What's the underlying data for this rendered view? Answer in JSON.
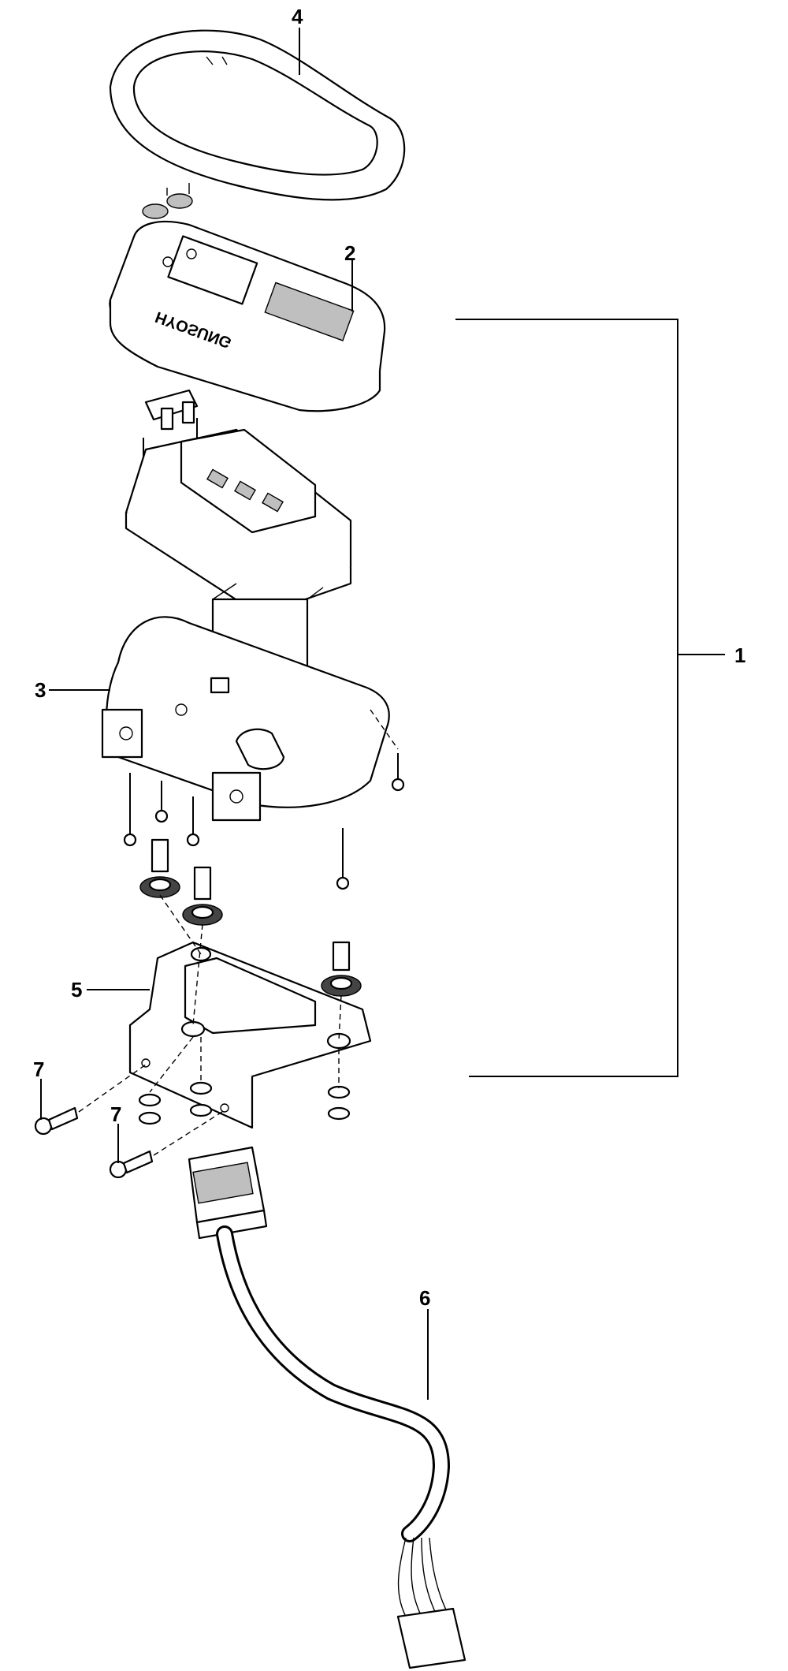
{
  "diagram": {
    "callouts": [
      {
        "id": "1",
        "label": "1"
      },
      {
        "id": "2",
        "label": "2"
      },
      {
        "id": "3",
        "label": "3"
      },
      {
        "id": "4",
        "label": "4"
      },
      {
        "id": "5",
        "label": "5"
      },
      {
        "id": "6",
        "label": "6"
      },
      {
        "id": "7a",
        "label": "7"
      },
      {
        "id": "7b",
        "label": "7"
      }
    ],
    "brand_logo_text": "HYOSUNG",
    "colors": {
      "line": "#000000",
      "background": "#ffffff",
      "shade": "#bfbfbf"
    }
  }
}
